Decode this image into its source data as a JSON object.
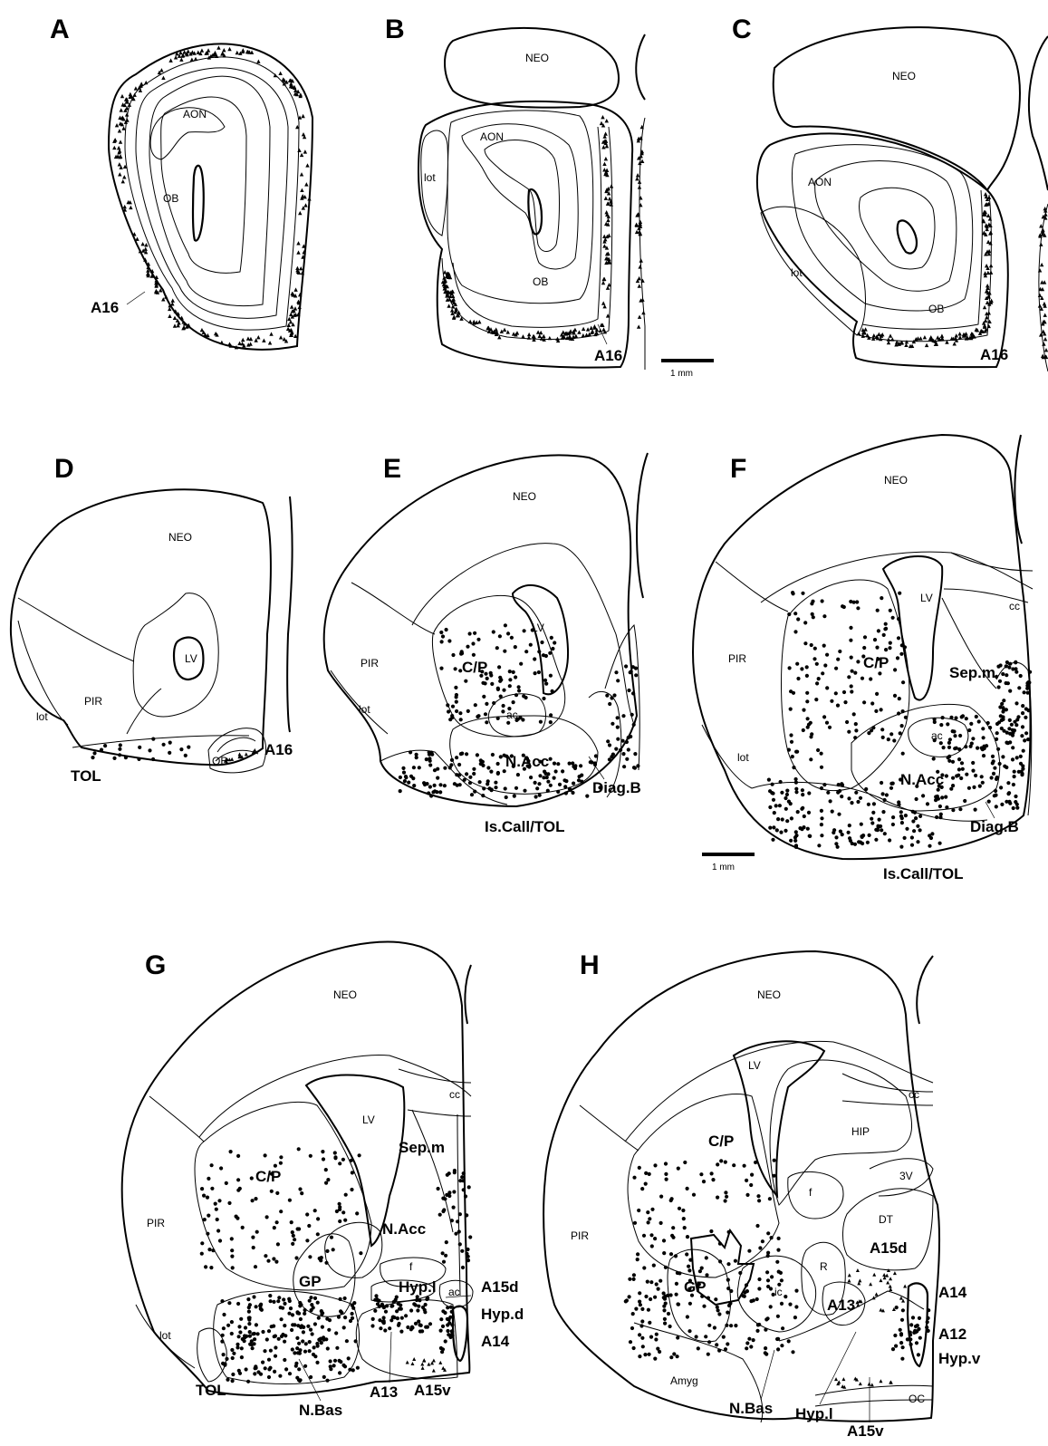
{
  "panels": {
    "A": {
      "letter": "A",
      "labels": {
        "aon": "AON",
        "ob": "OB",
        "a16": "A16"
      }
    },
    "B": {
      "letter": "B",
      "labels": {
        "neo": "NEO",
        "aon": "AON",
        "lot": "lot",
        "ob": "OB",
        "a16": "A16"
      }
    },
    "C": {
      "letter": "C",
      "labels": {
        "neo": "NEO",
        "aon": "AON",
        "lot": "lot",
        "ob": "OB",
        "a16": "A16"
      }
    },
    "D": {
      "letter": "D",
      "labels": {
        "neo": "NEO",
        "lv": "LV",
        "pir": "PIR",
        "lot": "lot",
        "ob": "OB",
        "a16": "A16",
        "tol": "TOL"
      }
    },
    "E": {
      "letter": "E",
      "labels": {
        "neo": "NEO",
        "pir": "PIR",
        "lv": "LV",
        "cp": "C/P",
        "ac": "ac",
        "lot": "lot",
        "nacc": "N.Acc",
        "diagb": "Diag.B",
        "iscall": "Is.Call/TOL"
      }
    },
    "F": {
      "letter": "F",
      "labels": {
        "neo": "NEO",
        "lv": "LV",
        "cc": "cc",
        "pir": "PIR",
        "cp": "C/P",
        "sepm": "Sep.m",
        "ac": "ac",
        "lot": "lot",
        "nacc": "N.Acc",
        "diagb": "Diag.B",
        "iscall": "Is.Call/TOL"
      }
    },
    "G": {
      "letter": "G",
      "labels": {
        "neo": "NEO",
        "cc": "cc",
        "lv": "LV",
        "sepm": "Sep.m",
        "pir": "PIR",
        "cp": "C/P",
        "nacc": "N.Acc",
        "gp": "GP",
        "f": "f",
        "hypl": "Hyp.l",
        "ac": "ac",
        "a15d": "A15d",
        "hypd": "Hyp.d",
        "a14": "A14",
        "lot": "lot",
        "tol": "TOL",
        "nbas": "N.Bas",
        "a13": "A13",
        "a15v": "A15v"
      }
    },
    "H": {
      "letter": "H",
      "labels": {
        "neo": "NEO",
        "lv": "LV",
        "cc": "cc",
        "hip": "HIP",
        "cp": "C/P",
        "f": "f",
        "v3": "3V",
        "pir": "PIR",
        "dt": "DT",
        "gp": "GP",
        "ic": "ic",
        "r": "R",
        "a15d": "A15d",
        "a13": "A13",
        "a14": "A14",
        "a12": "A12",
        "hypv": "Hyp.v",
        "amyg": "Amyg",
        "oc": "OC",
        "nbas": "N.Bas",
        "hypl": "Hyp.l",
        "a15v": "A15v"
      }
    }
  },
  "scale_bars": [
    {
      "label": "1 mm"
    },
    {
      "label": "1 mm"
    }
  ],
  "colors": {
    "ink": "#000000",
    "paper": "#ffffff"
  }
}
